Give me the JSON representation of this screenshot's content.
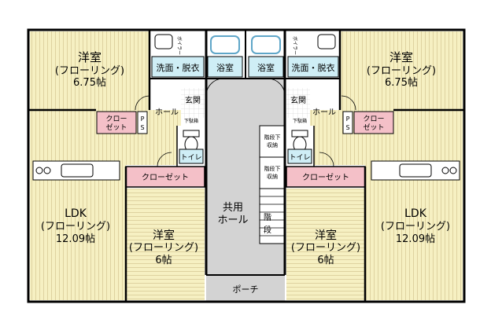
{
  "rooms": {
    "western_room_a": "洋室",
    "flooring_a": "(フローリング)",
    "area_a": "6.75帖",
    "western_room_b": "洋室",
    "flooring_b": "(フローリング)",
    "area_b": "6帖",
    "ldk": "LDK",
    "flooring_ldk": "(フローリング)",
    "area_ldk": "12.09帖",
    "washroom": "洗面・脱衣",
    "bath": "浴室",
    "entrance": "玄関",
    "hall": "ホール",
    "closet_small_1": "クロー",
    "closet_small_2": "ゼット",
    "closet": "クローゼット",
    "toilet": "トイレ",
    "shoe_box": "下駄箱",
    "ps_p": "P",
    "ps_s": "S",
    "boiler": "ボイラー",
    "common_hall_1": "共用",
    "common_hall_2": "ホール",
    "stairs_1": "階",
    "stairs_2": "段",
    "under_storage_1": "階段下",
    "under_storage_2": "収納",
    "porch": "ポーチ"
  },
  "colors": {
    "wall": "#000000",
    "bedroom_floor": "#f5f0c0",
    "ldk_floor": "#fbf7d6",
    "wet_area": "#cfeef6",
    "bath_blue": "#5fa6c8",
    "corridor": "#d3d3d3",
    "closet_pink": "#f4c0c8",
    "stripe": "#b8a36e"
  }
}
